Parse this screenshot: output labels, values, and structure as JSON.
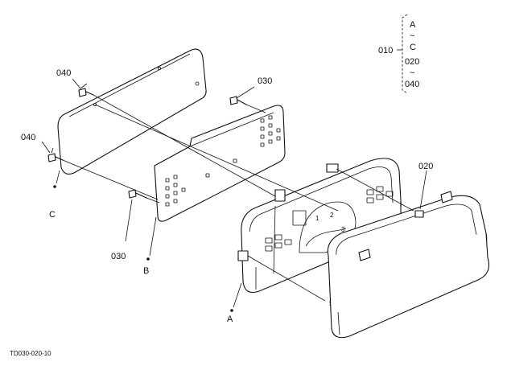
{
  "labels": {
    "part_040_top": "040",
    "part_040_left": "040",
    "part_030_top": "030",
    "part_030_bottom": "030",
    "part_020": "020",
    "part_010": "010",
    "ref_a": "A",
    "ref_b": "B",
    "ref_c": "C"
  },
  "legend": {
    "range_start": "A",
    "tilde_1": "~",
    "range_end": "C",
    "range2_start": "020",
    "tilde_2": "~",
    "range2_end": "040"
  },
  "gauge": {
    "tick_1": "1",
    "tick_2": "2",
    "tick_3": "3"
  },
  "footer": {
    "drawing_id": "TD030-020-10"
  }
}
